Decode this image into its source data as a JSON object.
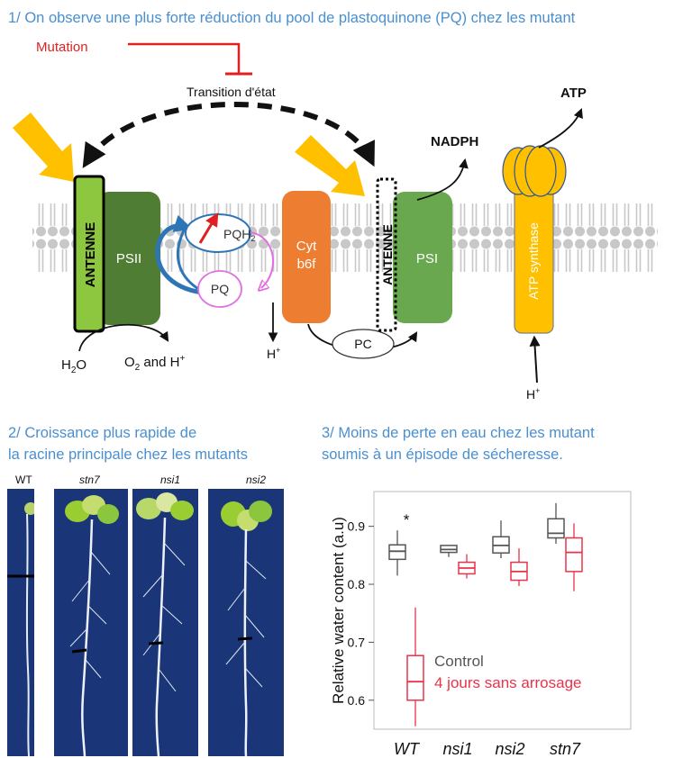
{
  "section1": {
    "heading": "1/ On observe une plus forte réduction du pool de plastoquinone (PQ) chez les mutant",
    "mutation_label": "Mutation",
    "transition_label": "Transition d'état",
    "antenna_label": "ANTENNE",
    "psii_label": "PSII",
    "pqh2_label": "PQH",
    "pqh2_sub": "2",
    "pq_label": "PQ",
    "cyt_line1": "Cyt",
    "cyt_line2": "b6f",
    "psi_label": "PSI",
    "nadph_label": "NADPH",
    "atp_label": "ATP",
    "atp_synthase_label": "ATP synthase",
    "pc_label": "PC",
    "h2o_main": "H",
    "h2o_sub": "2",
    "h2o_tail": "O",
    "o2_main": "O",
    "o2_sub": "2",
    "o2_tail": " and H",
    "o2_sup": "+",
    "h_main": "H",
    "h_sup": "+",
    "colors": {
      "mutation": "#e02020",
      "antenna": "#8dc63f",
      "psii": "#4f7d33",
      "psi": "#6aa84f",
      "cyt": "#ed7d31",
      "atp": "#ffc000",
      "light": "#ffc000",
      "pq_cycle": "#2e75b6",
      "pq_pink": "#e070e0"
    }
  },
  "section2": {
    "heading_line1": "2/ Croissance plus rapide de",
    "heading_line2": "la racine principale chez les mutants",
    "labels": [
      "WT",
      "stn7",
      "nsi1",
      "nsi2"
    ]
  },
  "section3": {
    "heading_line1": "3/ Moins de perte en eau chez les mutant",
    "heading_line2": "soumis à un épisode de sécheresse.",
    "chart_data": {
      "type": "box",
      "categories": [
        "WT",
        "nsi1",
        "nsi2",
        "stn7"
      ],
      "ylabel": "Relative water content (a.u)",
      "ylim": [
        0.55,
        0.96
      ],
      "yticks": [
        0.6,
        0.7,
        0.8,
        0.9
      ],
      "annotation": "*",
      "series": [
        {
          "name": "Control",
          "color": "#555555",
          "boxes": [
            {
              "min": 0.815,
              "q1": 0.843,
              "median": 0.857,
              "q3": 0.868,
              "max": 0.893
            },
            {
              "min": 0.847,
              "q1": 0.855,
              "median": 0.86,
              "q3": 0.867,
              "max": 0.868
            },
            {
              "min": 0.845,
              "q1": 0.854,
              "median": 0.867,
              "q3": 0.882,
              "max": 0.91
            },
            {
              "min": 0.87,
              "q1": 0.88,
              "median": 0.888,
              "q3": 0.913,
              "max": 0.94
            }
          ]
        },
        {
          "name": "4 jours sans arrosage",
          "color": "#e8334a",
          "boxes": [
            {
              "min": 0.555,
              "q1": 0.6,
              "median": 0.632,
              "q3": 0.677,
              "max": 0.76
            },
            {
              "min": 0.81,
              "q1": 0.818,
              "median": 0.828,
              "q3": 0.838,
              "max": 0.852
            },
            {
              "min": 0.797,
              "q1": 0.807,
              "median": 0.822,
              "q3": 0.838,
              "max": 0.862
            },
            {
              "min": 0.788,
              "q1": 0.822,
              "median": 0.855,
              "q3": 0.88,
              "max": 0.905
            }
          ]
        }
      ]
    }
  }
}
